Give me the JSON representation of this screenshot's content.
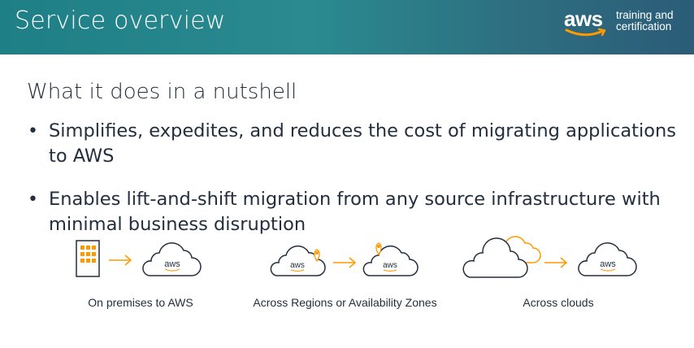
{
  "header": {
    "title": "Service overview",
    "brand_logo": "aws",
    "brand_tagline_line1": "training and",
    "brand_tagline_line2": "certification",
    "brand_accent_color": "#ff9900"
  },
  "content": {
    "subheading": "What it does in a nutshell",
    "bullets": [
      {
        "text": "Simplifies, expedites, and reduces the cost of migrating applications to AWS"
      },
      {
        "text": "Enables lift-and-shift migration from any source infrastructure with minimal business disruption"
      }
    ]
  },
  "diagrams": [
    {
      "caption": "On premises to AWS",
      "source_icon": "building-icon",
      "target_icon": "aws-cloud-icon",
      "cloud_label": "aws"
    },
    {
      "caption": "Across Regions or Availability Zones",
      "source_icon": "aws-cloud-location-icon",
      "target_icon": "aws-cloud-location-icon",
      "cloud_label": "aws"
    },
    {
      "caption": "Across clouds",
      "source_icon": "generic-clouds-icon",
      "target_icon": "aws-cloud-icon",
      "cloud_label": "aws"
    }
  ],
  "colors": {
    "accent": "#ff9900",
    "text": "#232f3e",
    "header_teal": "#1f7f86",
    "header_blue": "#2b5c78"
  }
}
